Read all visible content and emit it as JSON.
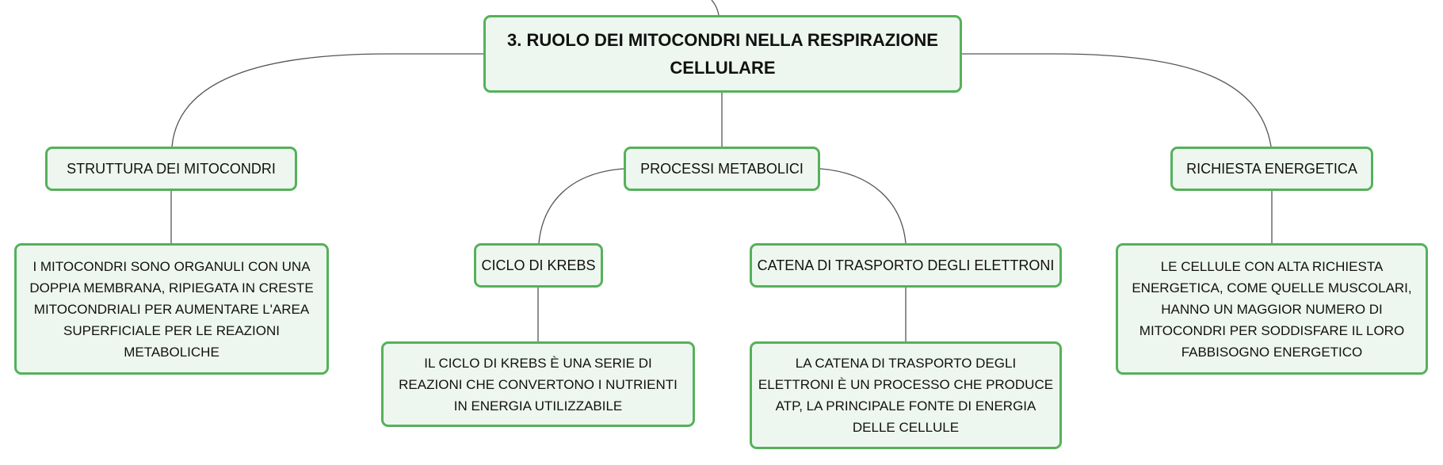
{
  "map": {
    "root": {
      "title": "3. RUOLO DEI MITOCONDRI NELLA RESPIRAZIONE CELLULARE"
    },
    "branches": {
      "struttura": {
        "label": "STRUTTURA DEI MITOCONDRI",
        "detail": "I MITOCONDRI SONO ORGANULI CON UNA DOPPIA MEMBRANA, RIPIEGATA IN CRESTE MITOCONDRIALI PER AUMENTARE L'AREA SUPERFICIALE PER LE REAZIONI METABOLICHE"
      },
      "processi": {
        "label": "PROCESSI METABOLICI",
        "krebs": {
          "label": "CICLO DI KREBS",
          "detail": "IL CICLO DI KREBS È UNA SERIE DI REAZIONI CHE CONVERTONO I NUTRIENTI IN ENERGIA UTILIZZABILE"
        },
        "catena": {
          "label": "CATENA DI TRASPORTO DEGLI ELETTRONI",
          "detail": "LA CATENA DI TRASPORTO DEGLI ELETTRONI È UN PROCESSO CHE PRODUCE ATP, LA PRINCIPALE FONTE DI ENERGIA DELLE CELLULE"
        }
      },
      "richiesta": {
        "label": "RICHIESTA ENERGETICA",
        "detail": "LE CELLULE CON ALTA RICHIESTA ENERGETICA, COME QUELLE MUSCOLARI, HANNO UN MAGGIOR NUMERO DI MITOCONDRI PER SODDISFARE IL LORO FABBISOGNO ENERGETICO"
      }
    },
    "colors": {
      "node_border": "#55b15a",
      "node_fill": "#eef7ef",
      "connector": "#555555"
    }
  }
}
